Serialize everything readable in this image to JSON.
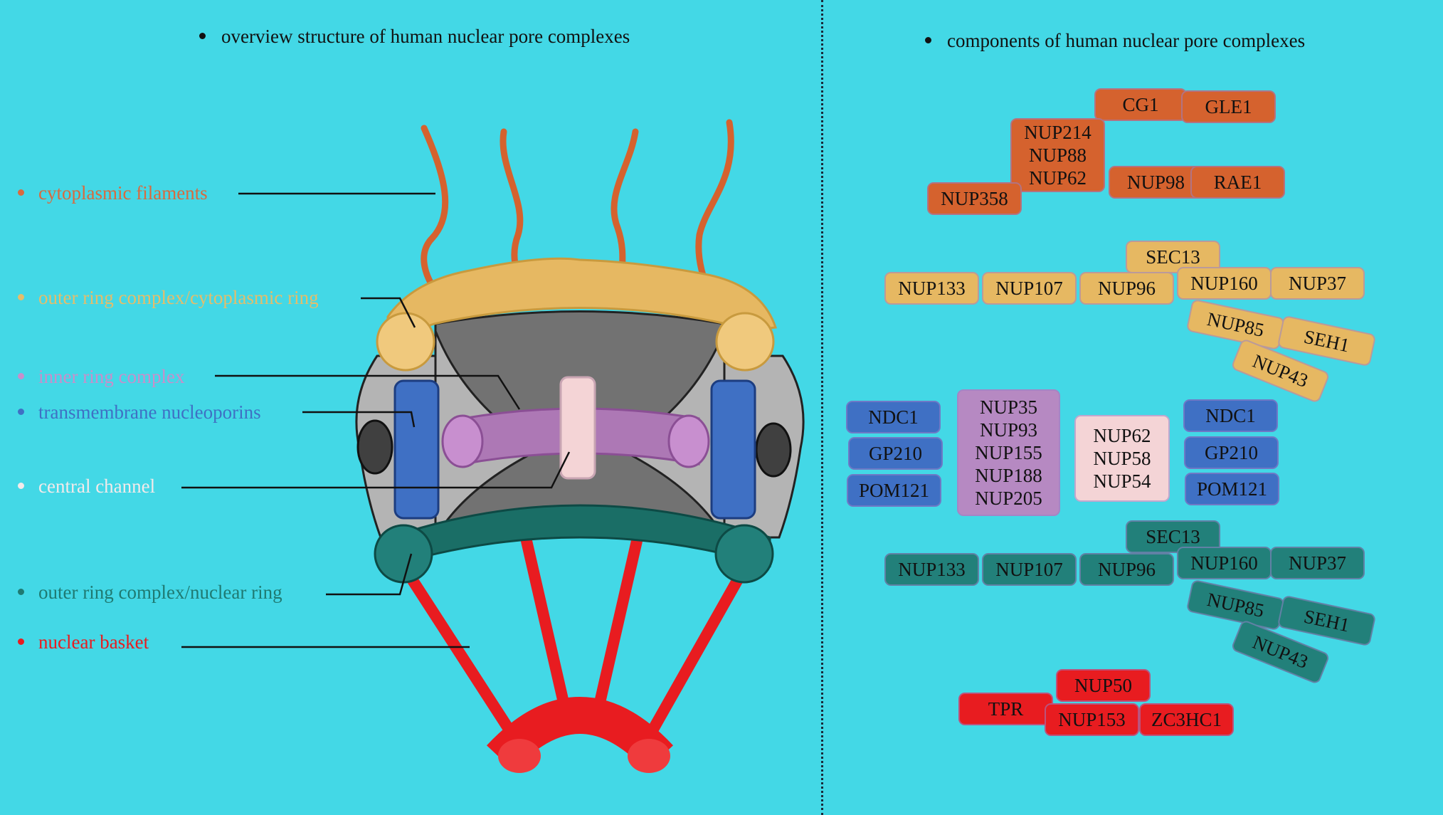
{
  "left_title": "overview structure of human nuclear pore complexes",
  "right_title": "components of human nuclear pore complexes",
  "colors": {
    "background": "#43d8e6",
    "cytoplasmic": "#d5622e",
    "outer_cyto": "#e6b862",
    "inner_ring": "#bb85c4",
    "transmembrane": "#3f70c4",
    "central": "#f4d4d6",
    "nuclear_ring": "#22807a",
    "basket": "#e81c20"
  },
  "legend": [
    {
      "label": "cytoplasmic filaments",
      "color": "#d96a3e"
    },
    {
      "label": "outer ring complex/cytoplasmic ring",
      "color": "#e5bd6a"
    },
    {
      "label": "inner ring complex",
      "color": "#c78fcb"
    },
    {
      "label": "transmembrane nucleoporins",
      "color": "#3f70c4"
    },
    {
      "label": "central channel",
      "color": "#f3eaea"
    },
    {
      "label": "outer ring complex/nuclear ring",
      "color": "#1f7a72"
    },
    {
      "label": "nuclear basket",
      "color": "#e81c20"
    }
  ],
  "components": {
    "cytoplasmic": [
      "CG1",
      "GLE1",
      "NUP214",
      "NUP88",
      "NUP62",
      "NUP98",
      "RAE1",
      "NUP358"
    ],
    "outer_cyto": [
      "SEC13",
      "NUP133",
      "NUP107",
      "NUP96",
      "NUP160",
      "NUP37",
      "NUP85",
      "SEH1",
      "NUP43"
    ],
    "transmembrane_left": [
      "NDC1",
      "GP210",
      "POM121"
    ],
    "inner_ring": [
      "NUP35",
      "NUP93",
      "NUP155",
      "NUP188",
      "NUP205"
    ],
    "central": [
      "NUP62",
      "NUP58",
      "NUP54"
    ],
    "transmembrane_right": [
      "NDC1",
      "GP210",
      "POM121"
    ],
    "nuclear_ring": [
      "SEC13",
      "NUP133",
      "NUP107",
      "NUP96",
      "NUP160",
      "NUP37",
      "NUP85",
      "SEH1",
      "NUP43"
    ],
    "basket": [
      "NUP50",
      "TPR",
      "NUP153",
      "ZC3HC1"
    ]
  }
}
